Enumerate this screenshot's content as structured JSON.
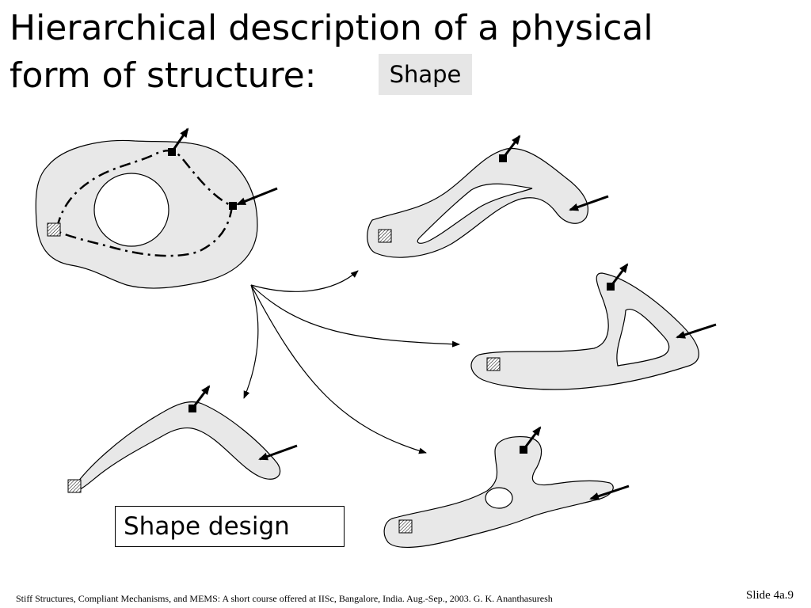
{
  "title": {
    "line1": "Hierarchical description of a physical",
    "line2": "form of structure:"
  },
  "tag": "Shape",
  "design_label": "Shape design",
  "footer": "Stiff Structures, Compliant Mechanisms, and MEMS: A short course offered at IISc, Bangalore, India. Aug.-Sep., 2003. G. K. Ananthasuresh",
  "slide": "Slide 4a.9",
  "colors": {
    "shape_fill": "#e8e8e8",
    "tag_bg": "#e6e6e6"
  }
}
